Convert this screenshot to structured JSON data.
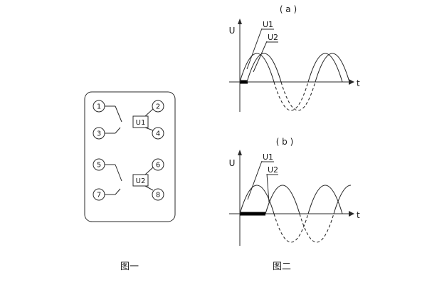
{
  "figure1": {
    "caption": "图一",
    "terminals": [
      "1",
      "2",
      "3",
      "4",
      "5",
      "6",
      "7",
      "8"
    ],
    "relay_units": [
      "U1",
      "U2"
    ]
  },
  "figure2": {
    "caption": "图二",
    "graphs": [
      {
        "title": "( a )",
        "axis_y": "U",
        "axis_x": "t",
        "curves": [
          "U1",
          "U2"
        ]
      },
      {
        "title": "( b )",
        "axis_y": "U",
        "axis_x": "t",
        "curves": [
          "U1",
          "U2"
        ]
      }
    ]
  },
  "colors": {
    "line": "#2a2a2a",
    "background": "#ffffff",
    "phase_marker": "#000000"
  }
}
